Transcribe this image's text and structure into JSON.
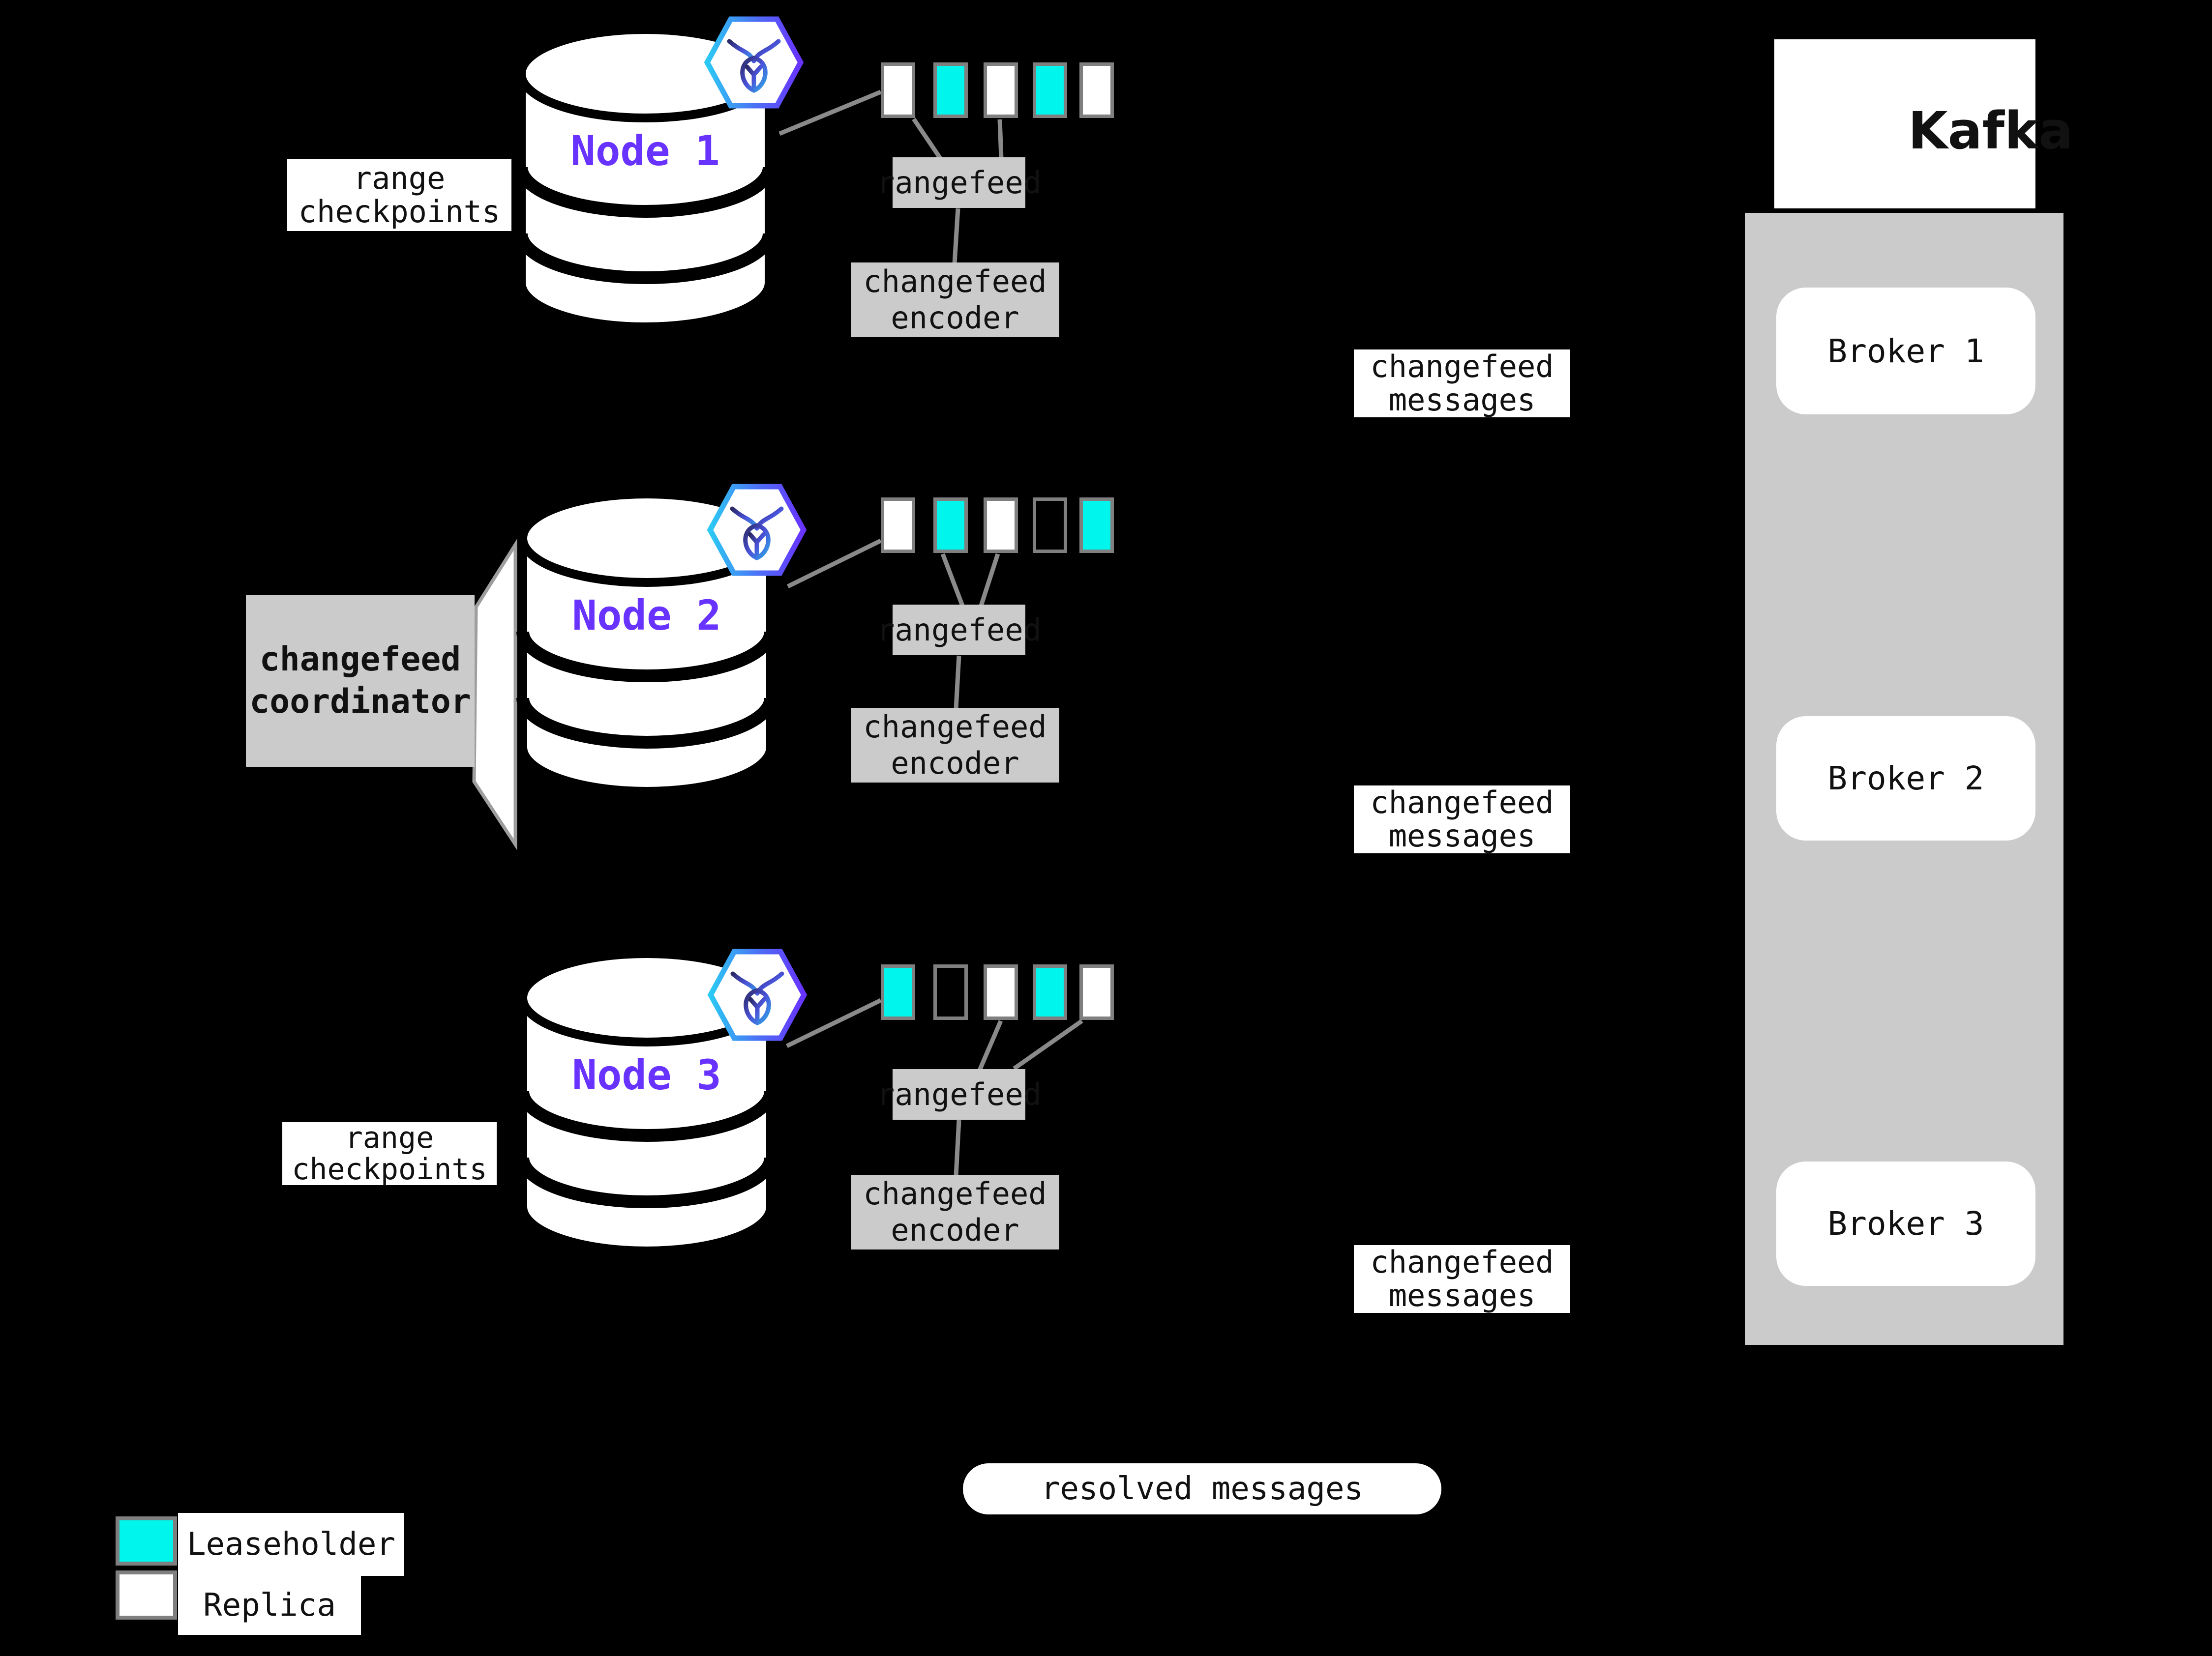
{
  "colors": {
    "background": "#000000",
    "leaseholder_teal": "#00F5EC",
    "replica_white": "#FFFFFF",
    "box_gray": "#CBCBCB",
    "rect_border_gray": "#7F7F7F",
    "node_label_purple": "#6933FF",
    "connector_gray": "#8A8A8A"
  },
  "nodes": [
    {
      "name": "Node 1",
      "ranges": [
        "replica",
        "leaseholder",
        "replica",
        "leaseholder",
        "replica"
      ],
      "rangefeed_label": "rangefeed",
      "encoder_label": "changefeed encoder",
      "messages_label": "changefeed messages"
    },
    {
      "name": "Node 2",
      "ranges": [
        "replica",
        "leaseholder",
        "replica",
        "empty",
        "leaseholder"
      ],
      "rangefeed_label": "rangefeed",
      "encoder_label": "changefeed encoder",
      "messages_label": "changefeed messages"
    },
    {
      "name": "Node 3",
      "ranges": [
        "leaseholder",
        "empty",
        "replica",
        "leaseholder",
        "replica"
      ],
      "rangefeed_label": "rangefeed",
      "encoder_label": "changefeed encoder",
      "messages_label": "changefeed messages"
    }
  ],
  "annotations": {
    "range_checkpoints_top": "range checkpoints",
    "range_checkpoints_bottom": "range checkpoints",
    "coordinator": "changefeed coordinator",
    "resolved_messages": "resolved messages"
  },
  "kafka": {
    "title": "Kafka",
    "brokers": [
      {
        "label": "Broker 1"
      },
      {
        "label": "Broker 2"
      },
      {
        "label": "Broker 3"
      }
    ]
  },
  "legend": {
    "items": [
      {
        "label": "Leaseholder",
        "swatch": "leaseholder"
      },
      {
        "label": "Replica",
        "swatch": "replica"
      }
    ]
  }
}
